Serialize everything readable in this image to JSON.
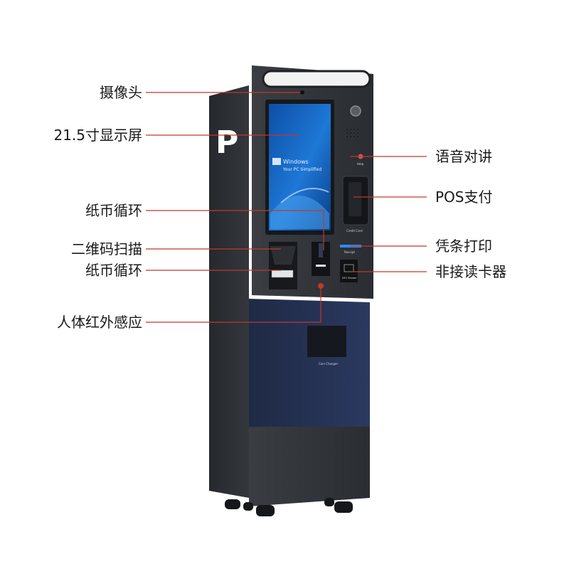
{
  "kiosk": {
    "side_panel_letter": "P",
    "screen": {
      "os_brand": "Windows",
      "os_tagline": "Your PC Simplified"
    },
    "panel_labels": {
      "help_button": "Help",
      "card_pay": "Credit Card",
      "receipt": "Receipt",
      "nfc_reader": "NFC Reader",
      "coin_changer": "Coin Changer"
    }
  },
  "callouts": {
    "left": [
      {
        "label": "摄像头"
      },
      {
        "label": "21.5寸显示屏"
      },
      {
        "label": "纸币循环"
      },
      {
        "label": "二维码扫描"
      },
      {
        "label": "纸币循环"
      },
      {
        "label": "人体红外感应"
      }
    ],
    "right": [
      {
        "label": "语音对讲"
      },
      {
        "label": "POS支付"
      },
      {
        "label": "凭条打印"
      },
      {
        "label": "非接读卡器"
      }
    ]
  },
  "colors": {
    "callout_line": "#c0392b",
    "body_dark": "#2a2d31",
    "body_blue": "#26324f",
    "screen_blue": "#1b6fc9"
  }
}
